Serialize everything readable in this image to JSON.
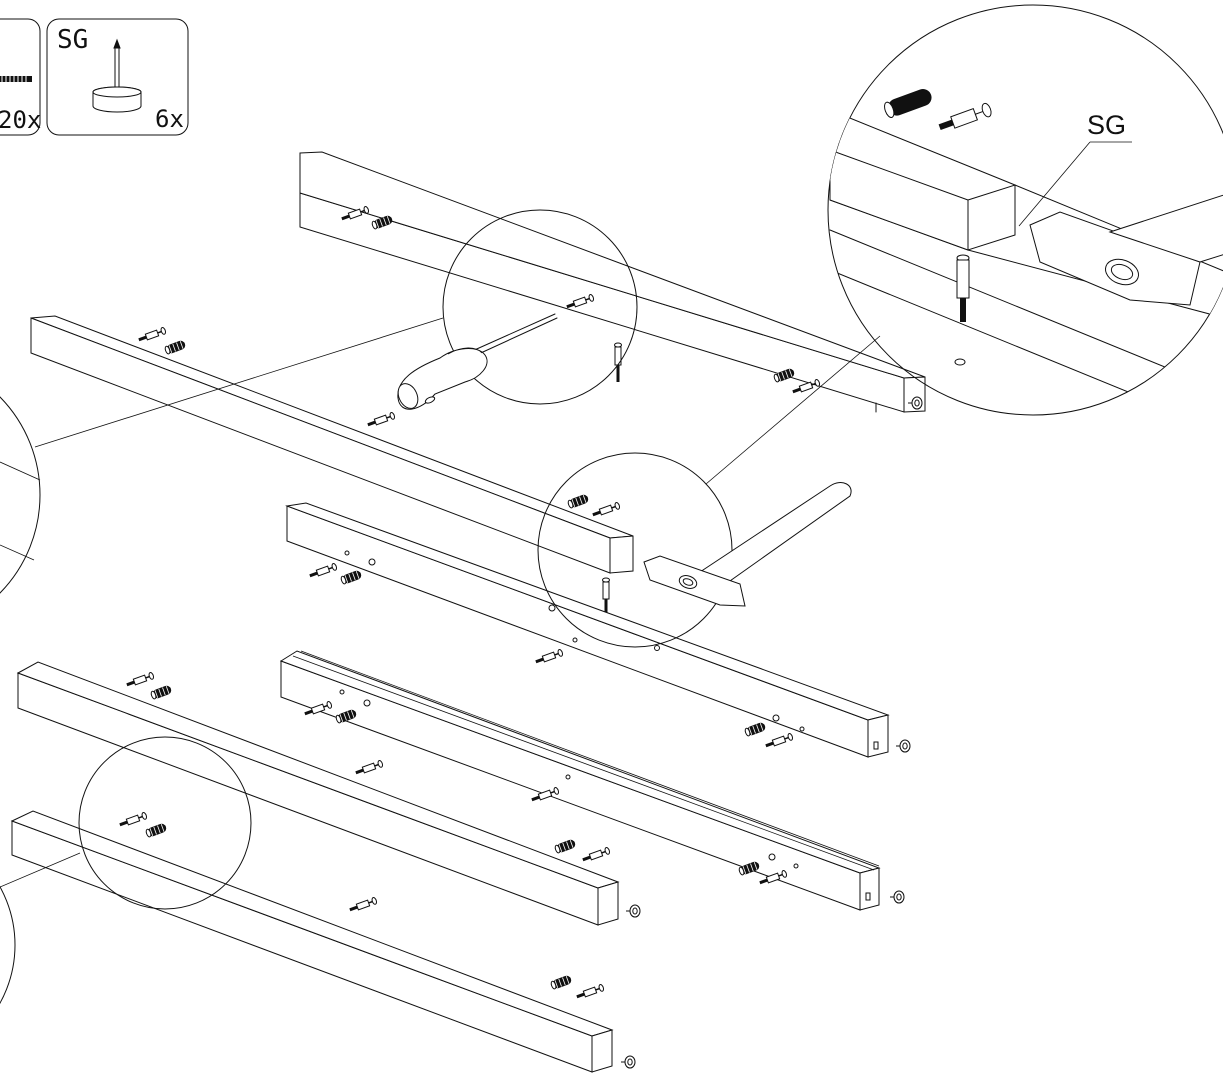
{
  "parts_panel": {
    "screw_qty": "20x",
    "sg_code": "SG",
    "sg_qty": "6x"
  },
  "detail_callout": {
    "label": "SG"
  },
  "colors": {
    "line": "#111111",
    "background": "#ffffff"
  },
  "icons": [
    "screwdriver-icon",
    "hammer-icon",
    "dowel-icon",
    "cam-bolt-icon",
    "glide-nail-icon",
    "screw-icon"
  ]
}
